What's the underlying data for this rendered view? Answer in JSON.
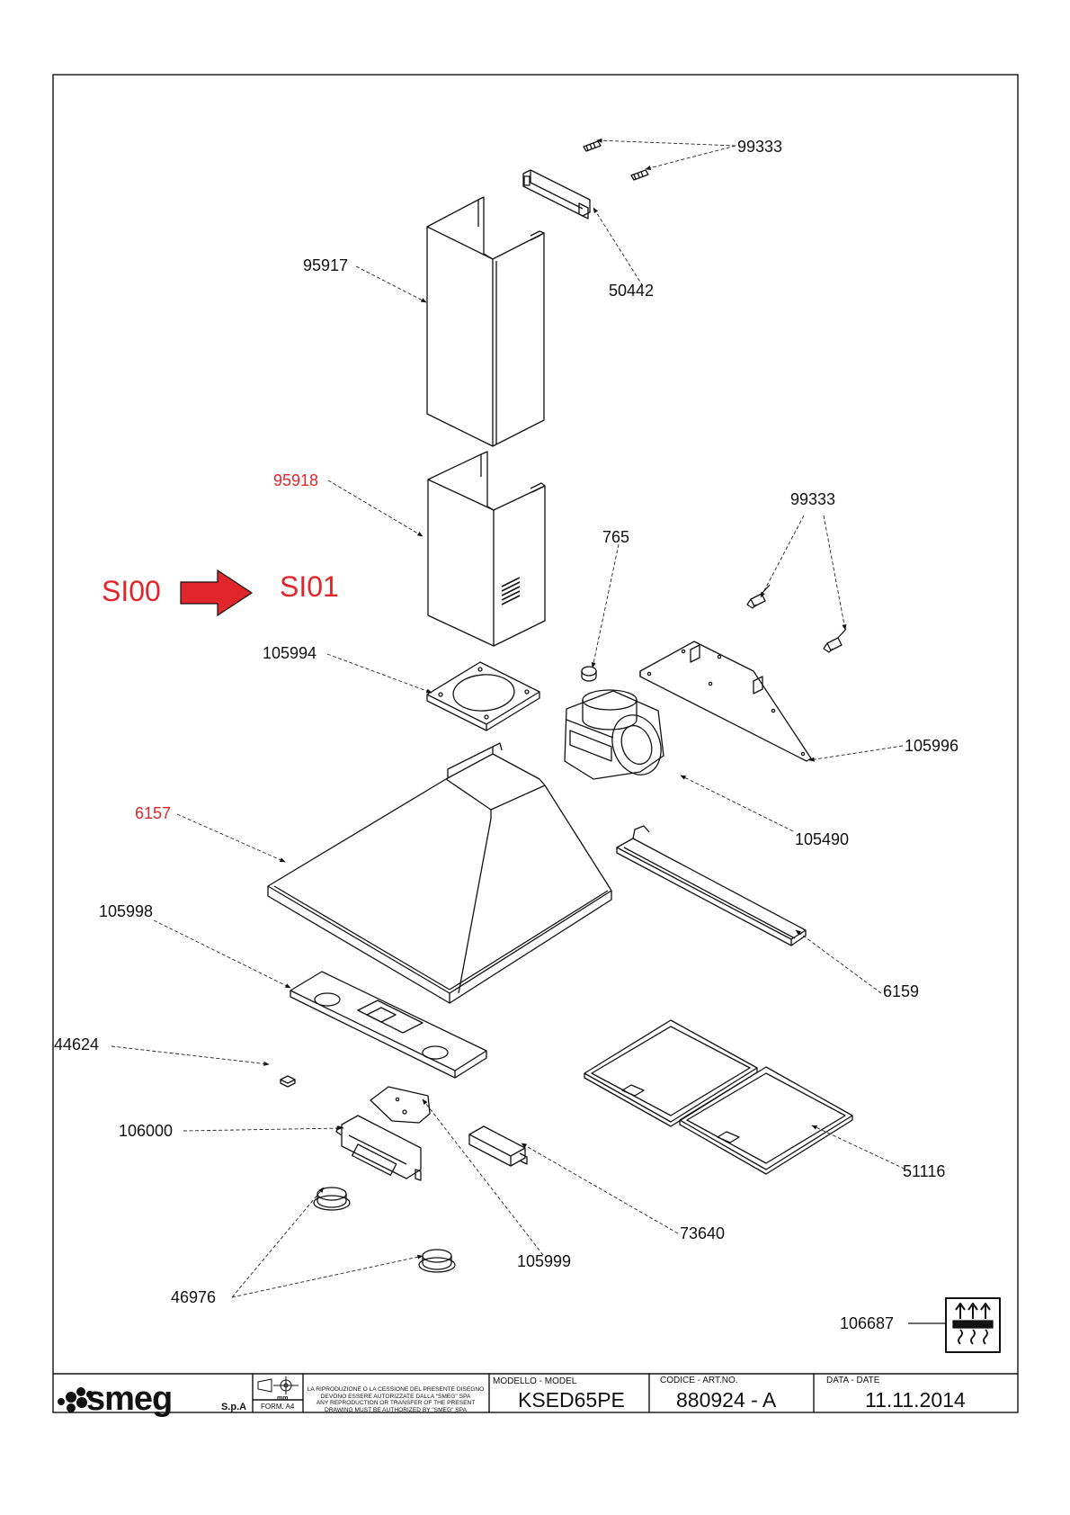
{
  "parts": {
    "p99333_top": "99333",
    "p50442": "50442",
    "p95917": "95917",
    "p95918": "95918",
    "p99333_right": "99333",
    "p765": "765",
    "p105994": "105994",
    "p105996": "105996",
    "p105490": "105490",
    "p6157": "6157",
    "p105998": "105998",
    "p6159": "6159",
    "p44624": "44624",
    "p106000": "106000",
    "p51116": "51116",
    "p73640": "73640",
    "p105999": "105999",
    "p46976": "46976",
    "p106687": "106687"
  },
  "revision": {
    "from": "SI00",
    "to": "SI01",
    "color": "#e0262b"
  },
  "title_block": {
    "brand": "smeg",
    "brand_suffix": "S.p.A",
    "scale_unit": "mm",
    "form": "FORM. A4",
    "legal_it": "LA RIPRODUZIONE O LA CESSIONE DEL PRESENTE DISEGNO DEVONO ESSERE AUTORIZZATE DALLA \"SMEG\" SPA",
    "legal_en": "ANY REPRODUCTION OR TRANSFER OF THE PRESENT DRAWING MUST BE AUTHORIZED BY \"SMEG\" SPA",
    "model_label": "MODELLO - MODEL",
    "model_value": "KSED65PE",
    "code_label": "CODICE - ART.NO.",
    "code_value": "880924 - A",
    "date_label": "DATA - DATE",
    "date_value": "11.11.2014"
  }
}
